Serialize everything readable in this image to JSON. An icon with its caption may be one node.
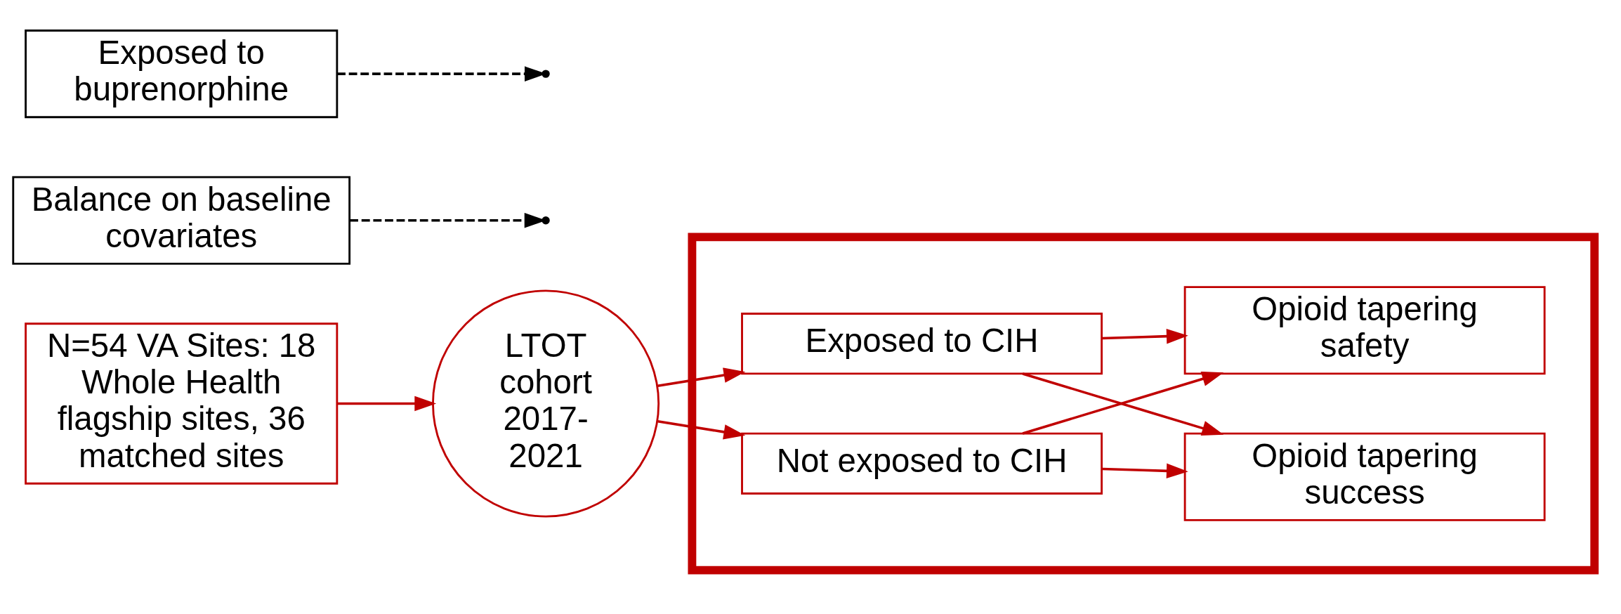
{
  "diagram": {
    "nodes": [
      {
        "text": [
          "N=54 VA Sites: 18 Whole Health flagship sites, 36 matched sites"
        ]
      },
      {
        "text": [
          "LTOT cohort 2017- 2021"
        ]
      },
      {
        "text": [],
        "shape": "box"
      },
      {
        "text": [
          "Exposed to CIH"
        ],
        "in": 2
      },
      {
        "text": [
          "Not exposed to CIH"
        ],
        "in": 2
      },
      {
        "text": [
          "Opioid tapering success"
        ],
        "in": 2
      },
      {
        "text": [
          "Opioid tapering safety"
        ],
        "in": 2
      },
      {
        "text": [
          "Balance on baseline covariates"
        ]
      },
      {
        "text": [
          "Exposed to buprenorphine"
        ]
      }
    ],
    "edges": [
      {
        "from": 0,
        "to": 1,
        "arrow": "to"
      },
      {
        "from": 1,
        "to": 3,
        "arrow": "to"
      },
      {
        "from": 1,
        "to": 4,
        "arrow": "to"
      },
      {
        "from": 3,
        "to": 5,
        "arrow": "to"
      },
      {
        "from": 3,
        "to": 6,
        "arrow": "to"
      },
      {
        "from": 4,
        "to": 5,
        "arrow": "to"
      },
      {
        "from": 4,
        "to": 6,
        "arrow": "to"
      },
      {
        "from": 7,
        "to": null,
        "arrow": "to",
        "style": "dashed",
        "color": "#000000"
      },
      {
        "from": 8,
        "to": null,
        "arrow": "to",
        "style": "dashed",
        "color": "#000000"
      }
    ]
  }
}
